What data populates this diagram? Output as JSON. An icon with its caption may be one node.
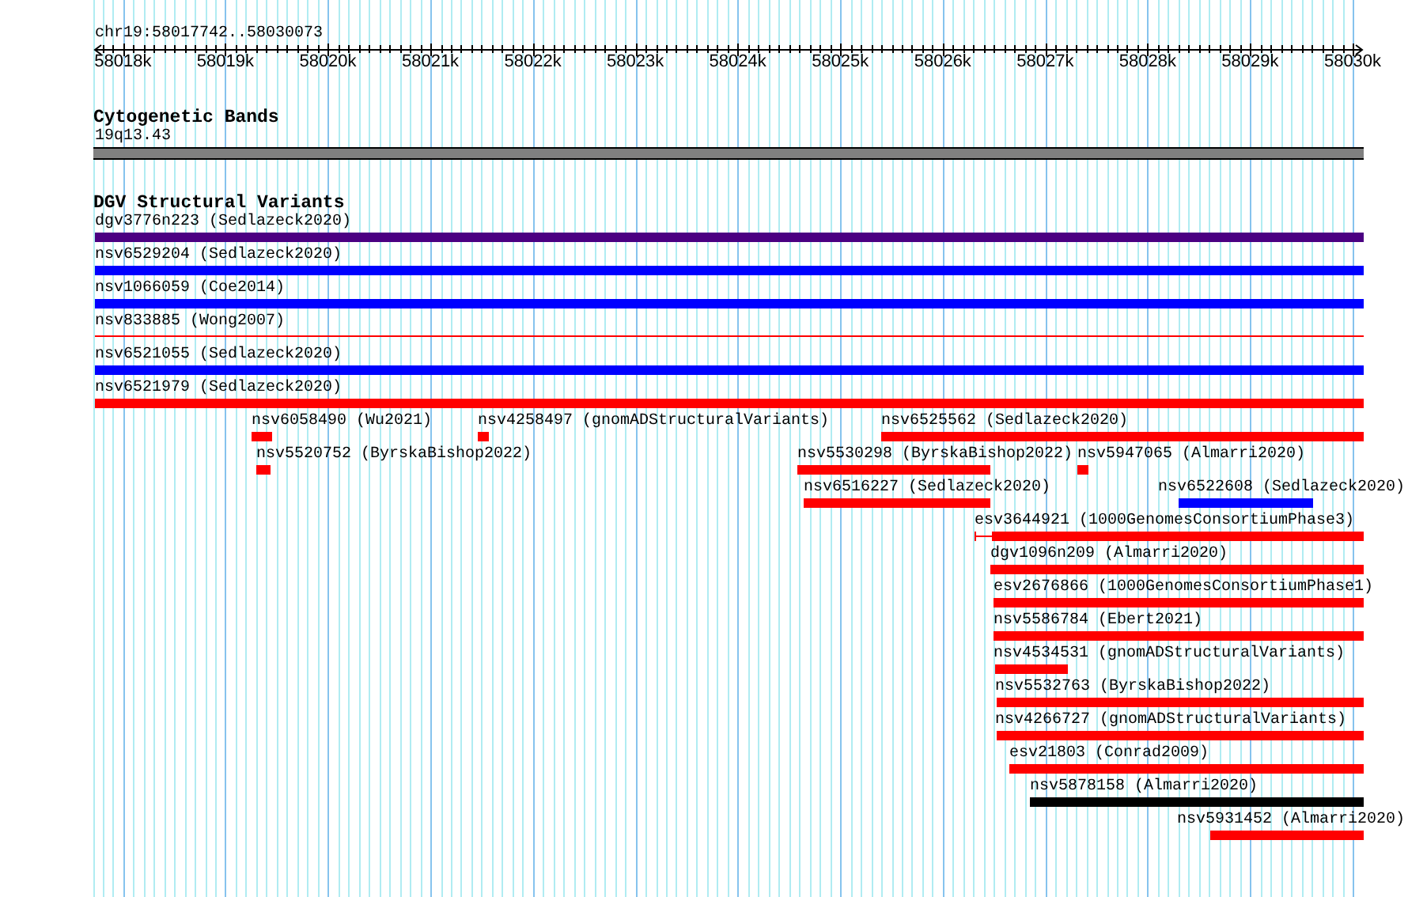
{
  "diagram": {
    "nodes": [
      {
        "text": [
          "19q13.43"
        ]
      },
      {
        "text": [
          "dgv3776n223 (Sedlazeck2020)"
        ]
      },
      {
        "text": [
          "nsv6529204 (Sedlazeck2020)"
        ]
      },
      {
        "text": [
          "nsv1066059 (Coe2014)"
        ]
      },
      {
        "text": [
          "nsv833885 (Wong2007)"
        ]
      },
      {
        "text": [
          "nsv6521055 (Sedlazeck2020)"
        ]
      },
      {
        "text": [
          "nsv6521979 (Sedlazeck2020)"
        ]
      },
      {
        "text": [
          "nsv6058490 (Wu2021)"
        ]
      },
      {
        "text": [
          "nsv4258497 (gnomADStructuralVariants)"
        ]
      },
      {
        "text": [
          "nsv6525562 (Sedlazeck2020)"
        ]
      },
      {
        "text": [
          "nsv5520752 (ByrskaBishop2022)"
        ]
      },
      {
        "text": [
          "nsv5530298 (ByrskaBishop2022)"
        ]
      },
      {
        "text": [
          "nsv5947065 (Almarri2020)"
        ]
      },
      {
        "text": [
          "nsv6516227 (Sedlazeck2020)"
        ]
      },
      {
        "text": [
          "nsv6522608 (Sedlazeck2020)"
        ]
      },
      {
        "text": [
          "esv3644921 (1000GenomesConsortiumPhase3)"
        ]
      },
      {
        "text": [
          "dgv1096n209 (Almarri2020)"
        ]
      },
      {
        "text": [
          "esv2676866 (1000GenomesConsortiumPhase1)"
        ]
      },
      {
        "text": [
          "nsv5586784 (Ebert2021)"
        ]
      },
      {
        "text": [
          "nsv4534531 (gnomADStructuralVariants)"
        ]
      },
      {
        "text": [
          "nsv5532763 (ByrskaBishop2022)"
        ]
      },
      {
        "text": [
          "nsv4266727 (gnomADStructuralVariants)"
        ]
      },
      {
        "text": [
          "esv21803 (Conrad2009)"
        ]
      },
      {
        "text": [
          "nsv5878158 (Almarri2020)"
        ]
      },
      {
        "text": [
          "nsv5931452 (Almarri2020)"
        ]
      }
    ],
    "labels": [
      "chr19:58017742..58030073",
      "58018k",
      "58019k",
      "58020k",
      "58021k",
      "58022k",
      "58023k",
      "58024k",
      "58025k",
      "58026k",
      "58027k",
      "58028k",
      "58029k",
      "58030k",
      "Cytogenetic Bands",
      "DGV Structural Variants"
    ]
  }
}
